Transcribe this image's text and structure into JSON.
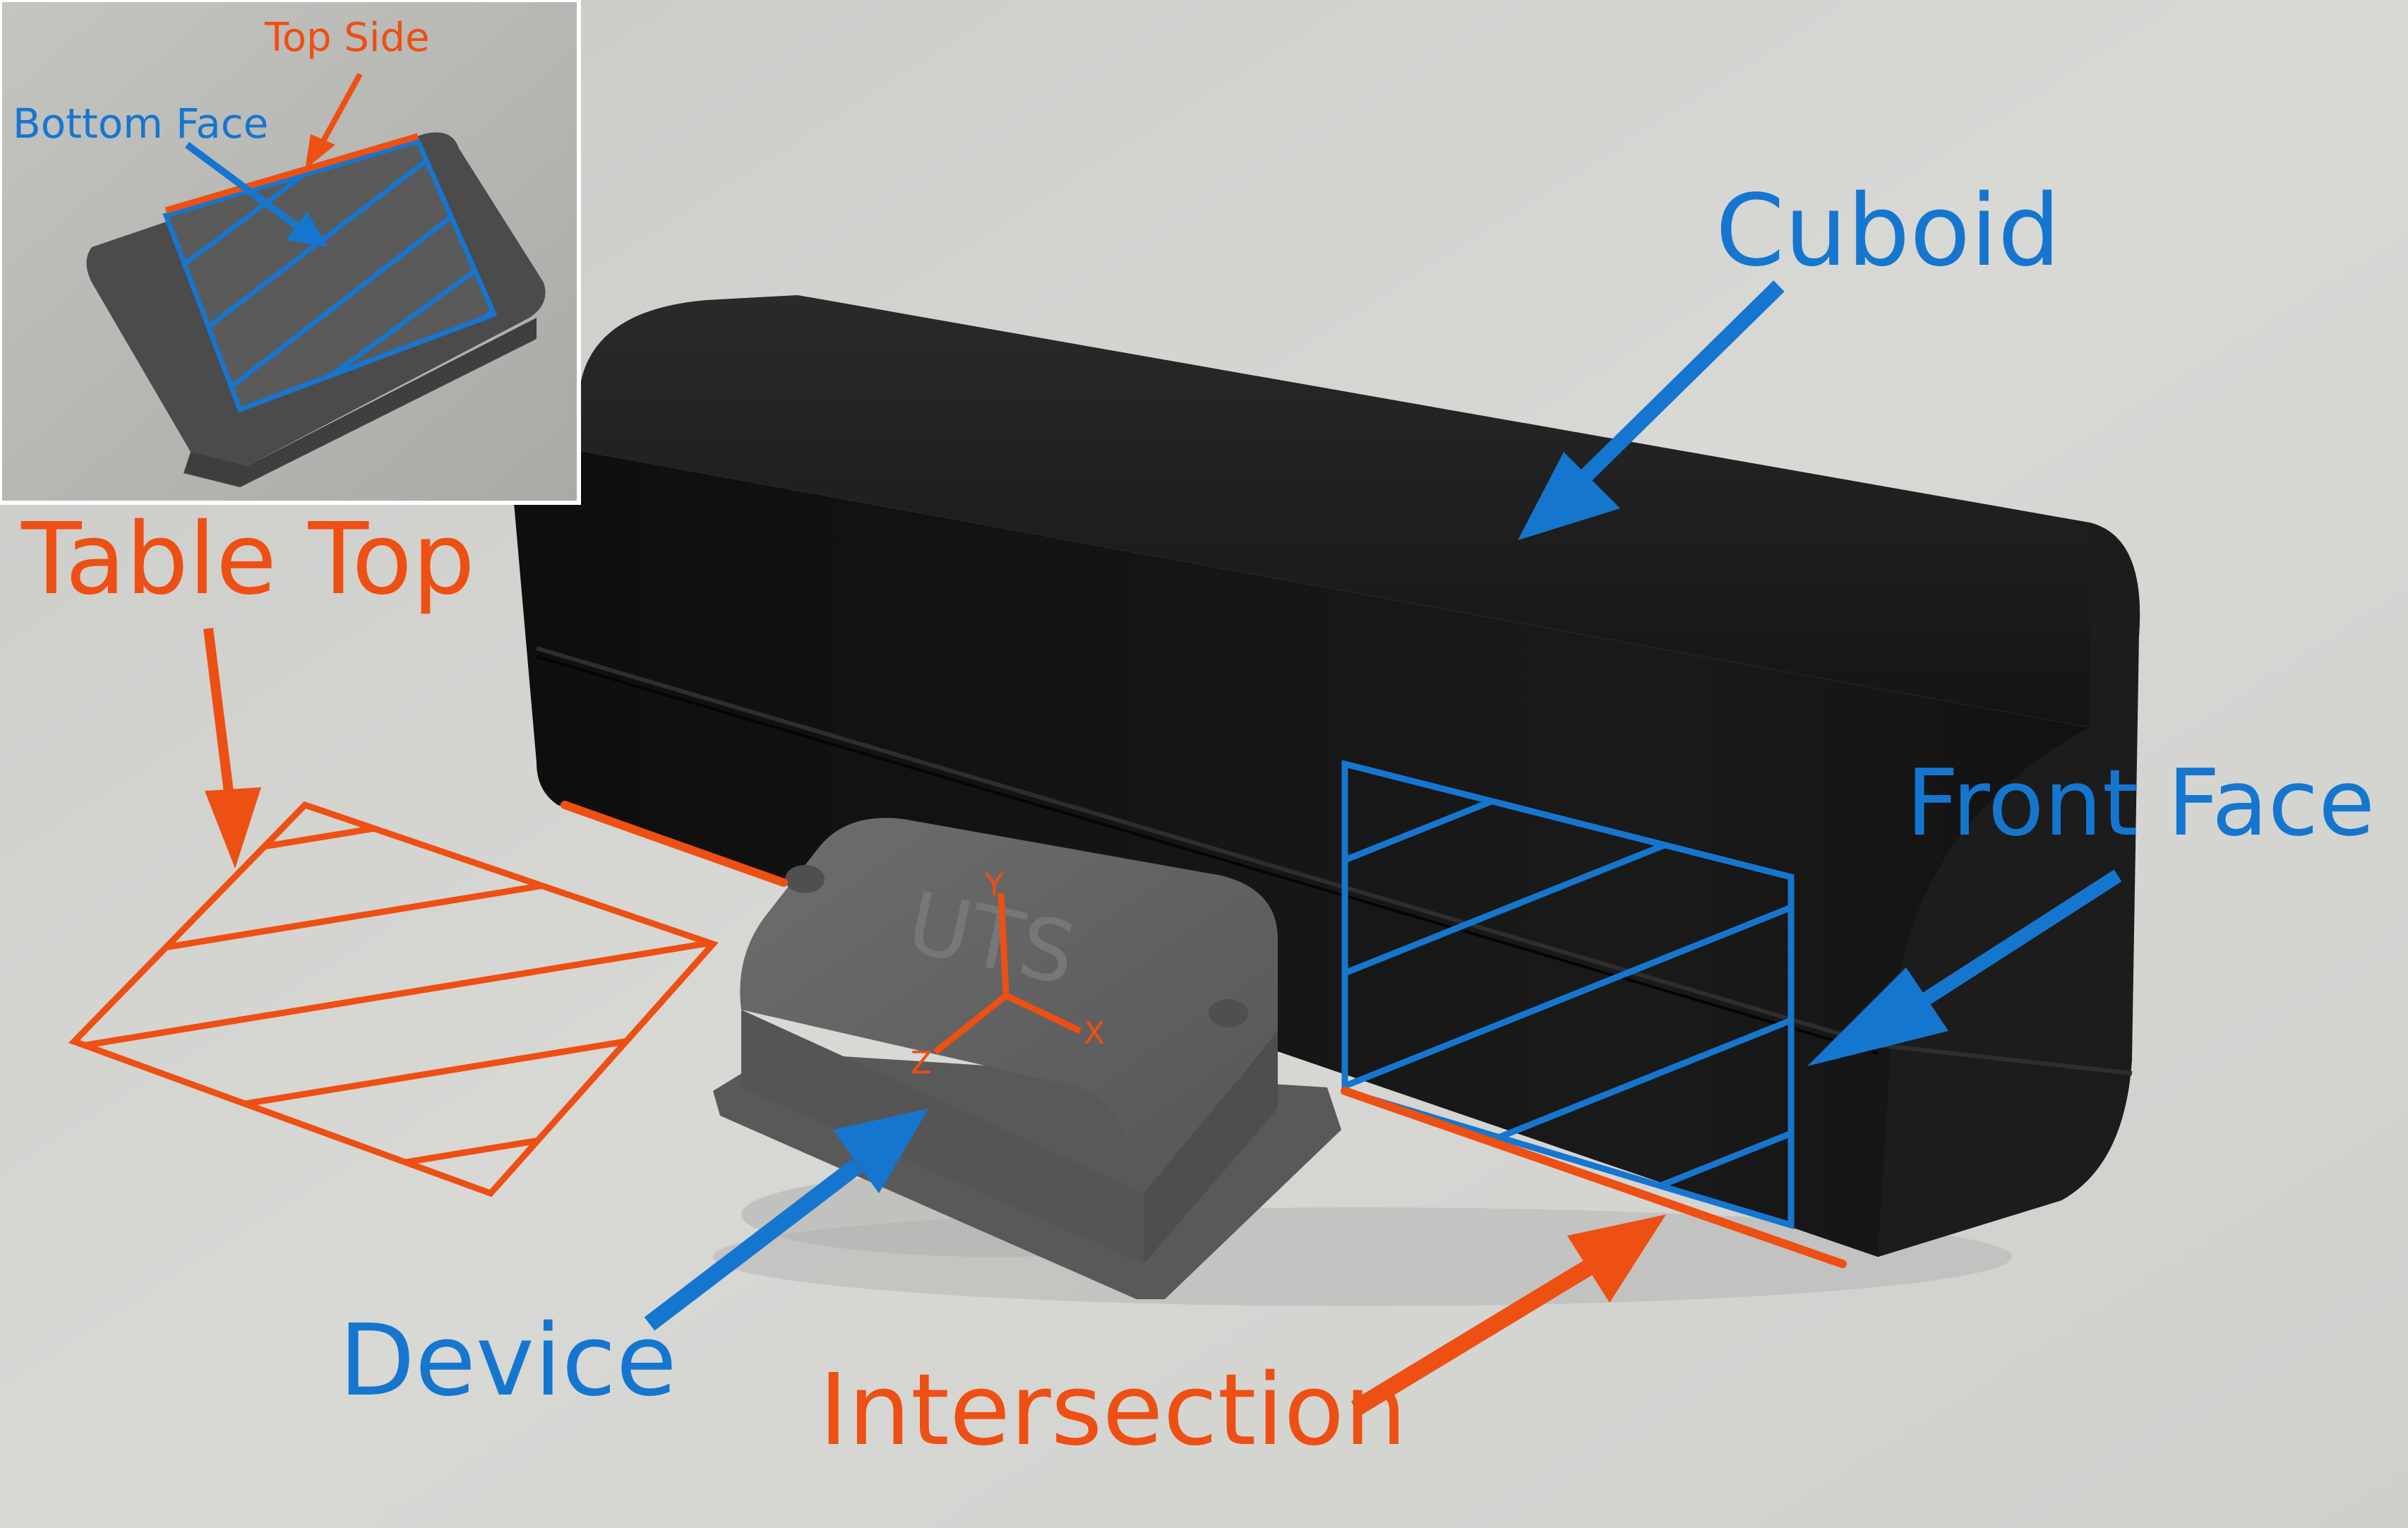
{
  "labels": {
    "cuboid": "Cuboid",
    "table_top": "Table Top",
    "front_face": "Front Face",
    "device": "Device",
    "intersection": "Intersection",
    "inset_top_side": "Top Side",
    "inset_bottom_face": "Bottom Face"
  },
  "axes": {
    "x": "X",
    "y": "Y",
    "z": "Z"
  },
  "device_engraving": "UTS",
  "colors": {
    "blue_annotation": "#1576cf",
    "orange_annotation": "#ee4f12",
    "table_surface": "#d4d4d0",
    "cuboid_body": "#151515",
    "device_body": "#6b6b6b"
  }
}
